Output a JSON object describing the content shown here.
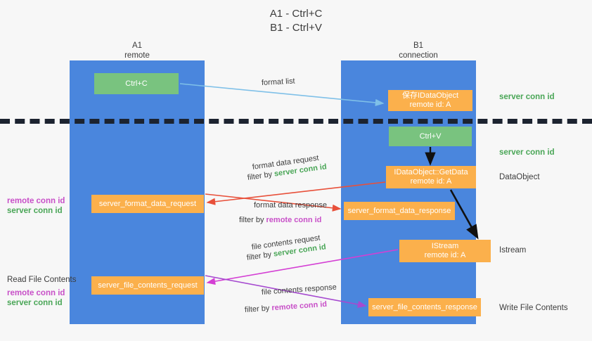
{
  "title": {
    "line1": "A1 - Ctrl+C",
    "line2": "B1 - Ctrl+V"
  },
  "columns": {
    "left": {
      "name": "A1",
      "role": "remote"
    },
    "right": {
      "name": "B1",
      "role": "connection"
    }
  },
  "boxes": {
    "ctrl_c": {
      "label": "Ctrl+C",
      "color": "#79c37f"
    },
    "save_idataobject": {
      "line1": "保存IDataObject",
      "line2": "remote id: A",
      "color": "#fbb04c"
    },
    "ctrl_v": {
      "label": "Ctrl+V",
      "color": "#79c37f"
    },
    "getdata": {
      "line1": "IDataObject::GetData",
      "line2": "remote id: A",
      "color": "#fbb04c"
    },
    "server_format_data_request": {
      "label": "server_format_data_request",
      "color": "#fbb04c"
    },
    "server_format_data_response": {
      "label": "server_format_data_response",
      "color": "#fbb04c"
    },
    "istream": {
      "line1": "IStream",
      "line2": "remote id: A",
      "color": "#fbb04c"
    },
    "server_file_contents_request": {
      "label": "server_file_contents_request",
      "color": "#fbb04c"
    },
    "server_file_contents_response": {
      "label": "server_file_contents_response",
      "color": "#fbb04c"
    }
  },
  "captions": {
    "format_list": "format list",
    "format_data_request": "format data request",
    "filter_by": "filter by",
    "server_conn_id": "server conn id",
    "remote_conn_id": "remote conn id",
    "format_data_response": "format data response",
    "file_contents_request": "file contents request",
    "file_contents_response": "file contents response"
  },
  "right_labels": {
    "conn_top": "server conn id",
    "conn_mid": "server conn id",
    "dataobject": "DataObject",
    "istream": "Istream",
    "write_file_contents": "Write File Contents"
  },
  "left_labels": {
    "read_file_contents": "Read File Contents",
    "remote_conn_id": "remote conn id",
    "server_conn_id": "server conn id"
  },
  "colors": {
    "lane": "#4a86dd",
    "green_box": "#79c37f",
    "orange_box": "#fbb04c",
    "server_key": "#4aa657",
    "remote_key": "#c850c8",
    "arrow_light_blue": "#7fc0e8",
    "arrow_red": "#e8503a",
    "arrow_magenta": "#d43fd4",
    "arrow_purple": "#a64ad0",
    "arrow_black": "#000000",
    "divider": "#1c2330",
    "background": "#f7f7f7"
  }
}
